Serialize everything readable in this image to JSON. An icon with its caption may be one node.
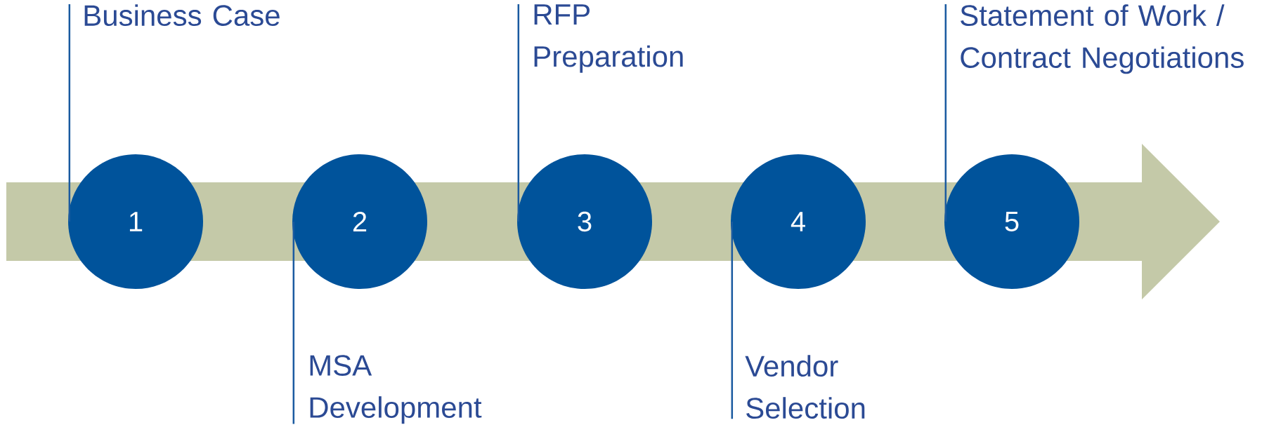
{
  "diagram": {
    "nodes": [
      {
        "text": [
          "1"
        ]
      },
      {
        "text": [
          "2"
        ]
      },
      {
        "text": [
          "3"
        ]
      },
      {
        "text": [
          "4"
        ]
      },
      {
        "text": [
          "5"
        ]
      },
      {
        "text": [
          "Business Case"
        ]
      },
      {
        "text": [
          "MSA Development"
        ]
      },
      {
        "text": [
          "RFP Preparation"
        ]
      },
      {
        "text": [
          "Vendor Selection"
        ]
      },
      {
        "text": [
          "Statement of Work / Contract Negotiations"
        ]
      }
    ],
    "edges": [
      {
        "from": 5,
        "to": 0,
        "arrow": "none"
      },
      {
        "from": 6,
        "to": 1,
        "arrow": "none"
      },
      {
        "from": 7,
        "to": 2,
        "arrow": "none"
      },
      {
        "from": 8,
        "to": 3,
        "arrow": "none"
      },
      {
        "from": 9,
        "to": 4,
        "arrow": "none"
      }
    ]
  }
}
